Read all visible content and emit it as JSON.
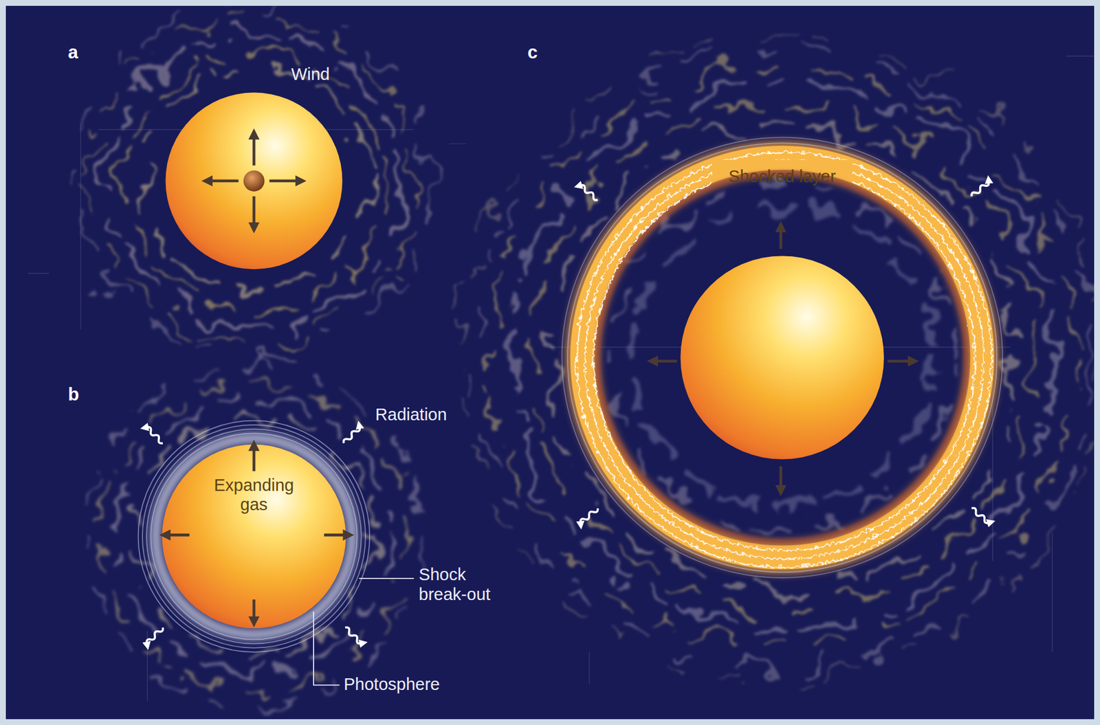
{
  "diagram": {
    "labels": [
      "a",
      "Wind",
      "b",
      "Radiation",
      "Expanding gas",
      "Shock break-out",
      "Photosphere",
      "c",
      "Shocked layer"
    ]
  }
}
